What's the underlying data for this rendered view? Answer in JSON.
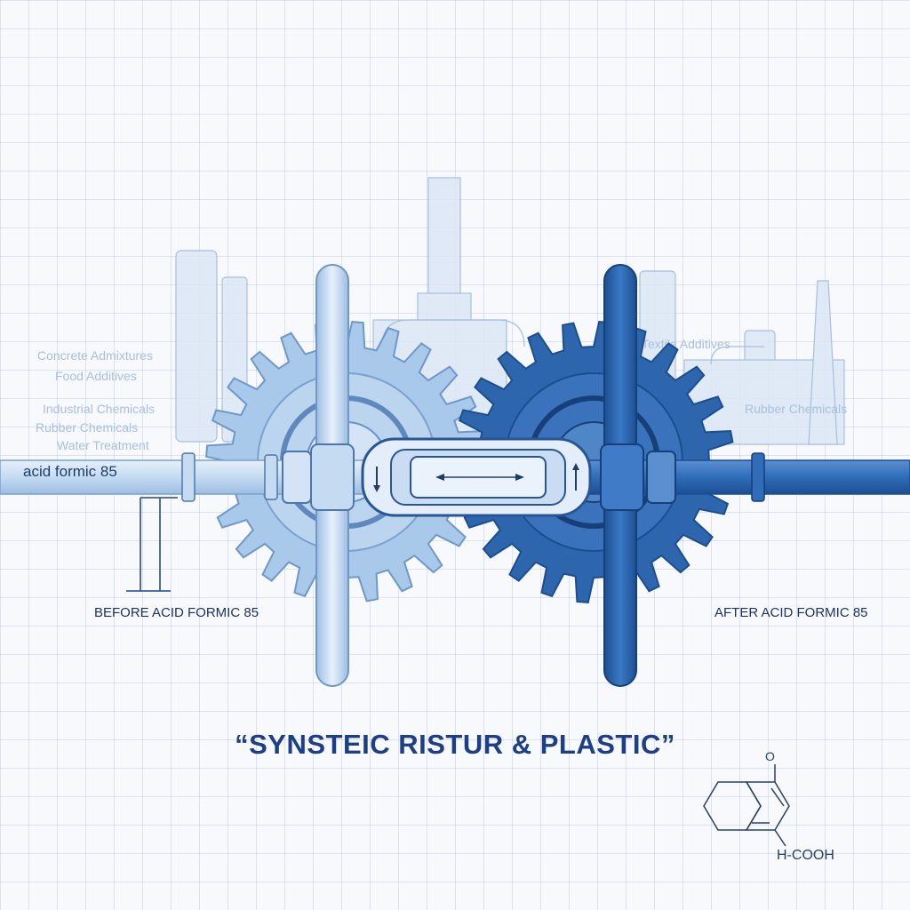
{
  "applications_left": [
    "Concrete Admixtures",
    "Food Additives",
    "Industrial Chemicals",
    "Rubber Chemicals",
    "Water Treatment"
  ],
  "applications_right": [
    "Textile Additives",
    "Rubber Chemicals"
  ],
  "pipe_label": "acid formic 85",
  "stages": {
    "before": "BEFORE ACID FORMIC 85",
    "after": "AFTER ACID FORMIC 85"
  },
  "title": "“SYNSTEIC RISTUR & PLASTIC”",
  "molecule": {
    "oxygen": "O",
    "formula": "H-COOH"
  },
  "colors": {
    "light_blue": "#b8d3ee",
    "dark_blue": "#1f5aa5",
    "accent": "#1c3f86",
    "grid": "#c5d2e6"
  }
}
